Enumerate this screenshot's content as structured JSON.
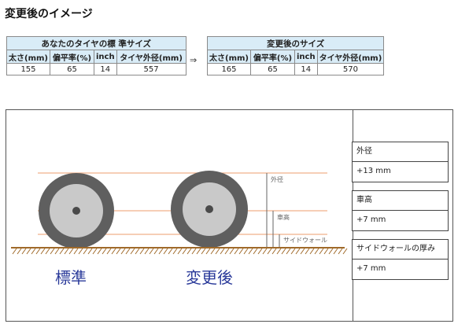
{
  "heading": "変更後のイメージ",
  "arrow": "⇒",
  "standard_table": {
    "caption": "あなたのタイヤの標 準サイズ",
    "headers": [
      "太さ(mm)",
      "偏平率(%)",
      "inch",
      "タイヤ外径(mm)"
    ],
    "values": [
      "155",
      "65",
      "14",
      "557"
    ]
  },
  "new_table": {
    "caption": "変更後のサイズ",
    "headers": [
      "太さ(mm)",
      "偏平率(%)",
      "inch",
      "タイヤ外径(mm)"
    ],
    "values": [
      "165",
      "65",
      "14",
      "570"
    ]
  },
  "diagram": {
    "label_standard": "標準",
    "label_new": "変更後",
    "dim_outer": "外径",
    "dim_height": "車高",
    "dim_sidewall": "サイドウォール",
    "colors": {
      "tire": "#5f5f5f",
      "sidewall": "#c9c9c9",
      "hub": "#4a4a4a",
      "ground": "#a06a2a",
      "guide": "#f0b08a",
      "label": "#2a3a9a"
    }
  },
  "cards": {
    "outer": {
      "title": "外径",
      "value": "+13 mm"
    },
    "height": {
      "title": "車高",
      "value": "+7 mm"
    },
    "sidewall": {
      "title": "サイドウォールの厚み",
      "value": "+7 mm"
    }
  }
}
